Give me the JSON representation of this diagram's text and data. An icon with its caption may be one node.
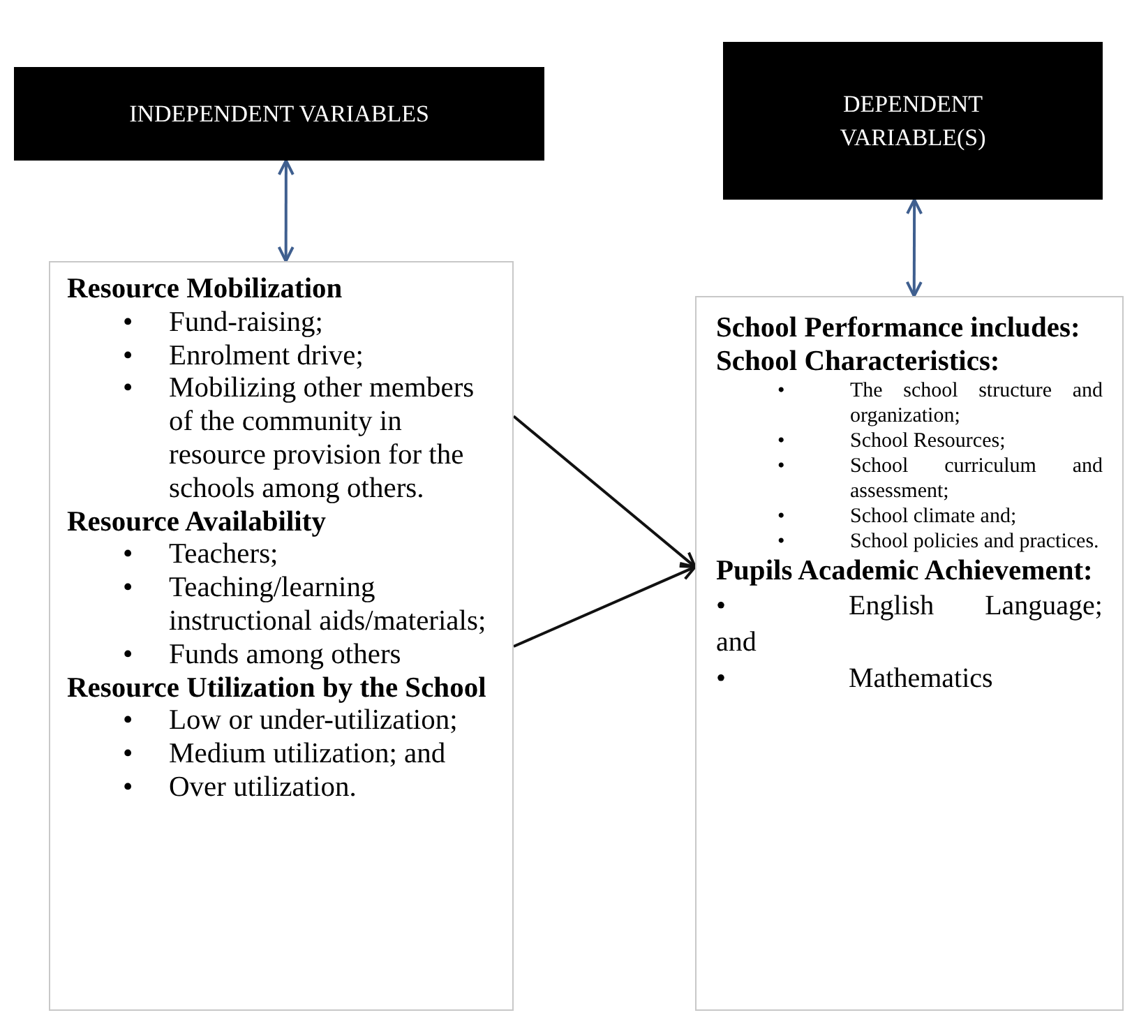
{
  "diagram": {
    "nodes": [
      {
        "text": [
          "INDEPENDENT VARIABLES"
        ]
      },
      {
        "text": [
          "Resource Mobilization",
          "•",
          "Fund-raising;",
          "•",
          "Enrolment drive;",
          "•",
          "Mobilizing other members of the community in resource provision for the schools among others.",
          "Resource Availability",
          "•",
          "Teachers;",
          "•",
          "Teaching/learning instructional aids/materials;",
          "•",
          "Funds among others",
          "Resource Utilization by the School",
          "•",
          "Low or under-utilization;",
          "•",
          "Medium utilization; and",
          "•",
          "Over utilization."
        ]
      },
      {
        "text": [
          "DEPENDENT VARIABLE(S)"
        ]
      },
      {
        "text": [
          "School Performance includes:",
          "School Characteristics:",
          "•",
          "The school structure and organization;",
          "•",
          "School Resources;",
          "•",
          "School curriculum and assessment;",
          "•",
          "School climate and;",
          "•",
          "School policies and practices.",
          "Pupils Academic Achievement:",
          "•",
          "English Language; and",
          "•",
          "Mathematics"
        ]
      }
    ],
    "edges": [
      {
        "from": 0,
        "to": 1,
        "arrow": "both",
        "color": "#3f5f8f"
      },
      {
        "from": 2,
        "to": 3,
        "arrow": "both",
        "color": "#3f5f8f"
      },
      {
        "from": 1,
        "to": 3,
        "arrow": "to",
        "color": "#111111"
      },
      {
        "from": 1,
        "to": 3,
        "arrow": "to",
        "color": "#111111"
      }
    ]
  }
}
